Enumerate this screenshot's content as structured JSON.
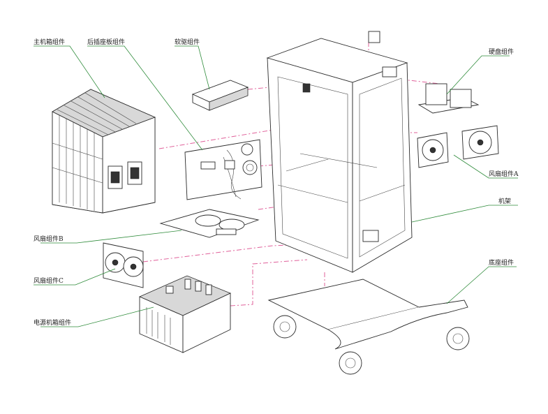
{
  "labels": {
    "main_chassis": "主机箱组件",
    "rear_panel": "后插座板组件",
    "floppy": "软驱组件",
    "hdd": "硬盘组件",
    "fan_a": "风扇组件A",
    "frame": "机架",
    "fan_b": "风扇组件B",
    "fan_c": "风扇组件C",
    "base": "底座组件",
    "psu": "电源机箱组件"
  },
  "colors": {
    "leader": "#2e8b3a",
    "alignment": "#e0609a",
    "outline": "#2a2a2a"
  }
}
